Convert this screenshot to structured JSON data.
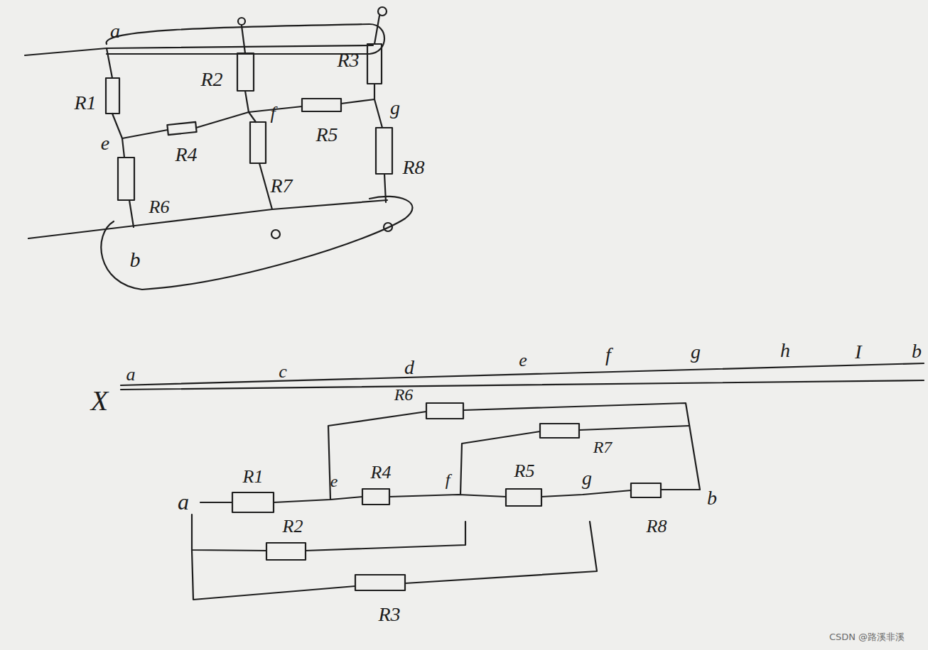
{
  "diagram": {
    "labels": [
      "a",
      "R1",
      "R2",
      "R3",
      "g",
      "e",
      "R4",
      "f",
      "R5",
      "R8",
      "R7",
      "R6",
      "b",
      "X",
      "a",
      "c",
      "d",
      "e",
      "f",
      "g",
      "h",
      "I",
      "b",
      "R6",
      "R7",
      "R1",
      "R4",
      "R5",
      "a",
      "e",
      "f",
      "g",
      "R8",
      "b",
      "R2",
      "R3",
      "CSDN @路溪非溪"
    ]
  }
}
